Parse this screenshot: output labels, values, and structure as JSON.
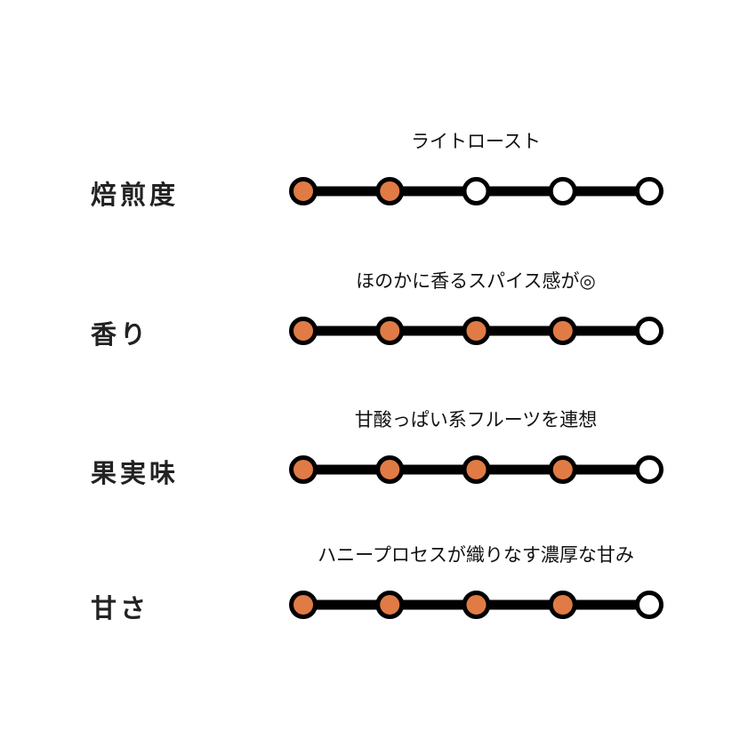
{
  "colors": {
    "filled": "#e07b45",
    "empty": "#ffffff",
    "stroke": "#000000"
  },
  "max_level": 5,
  "rows": [
    {
      "label": "焙煎度",
      "description": "ライトロースト",
      "level": 2
    },
    {
      "label": "香り",
      "description": "ほのかに香るスパイス感が◎",
      "level": 4
    },
    {
      "label": "果実味",
      "description": "甘酸っぱい系フルーツを連想",
      "level": 4
    },
    {
      "label": "甘さ",
      "description": "ハニープロセスが織りなす濃厚な甘み",
      "level": 4
    }
  ]
}
